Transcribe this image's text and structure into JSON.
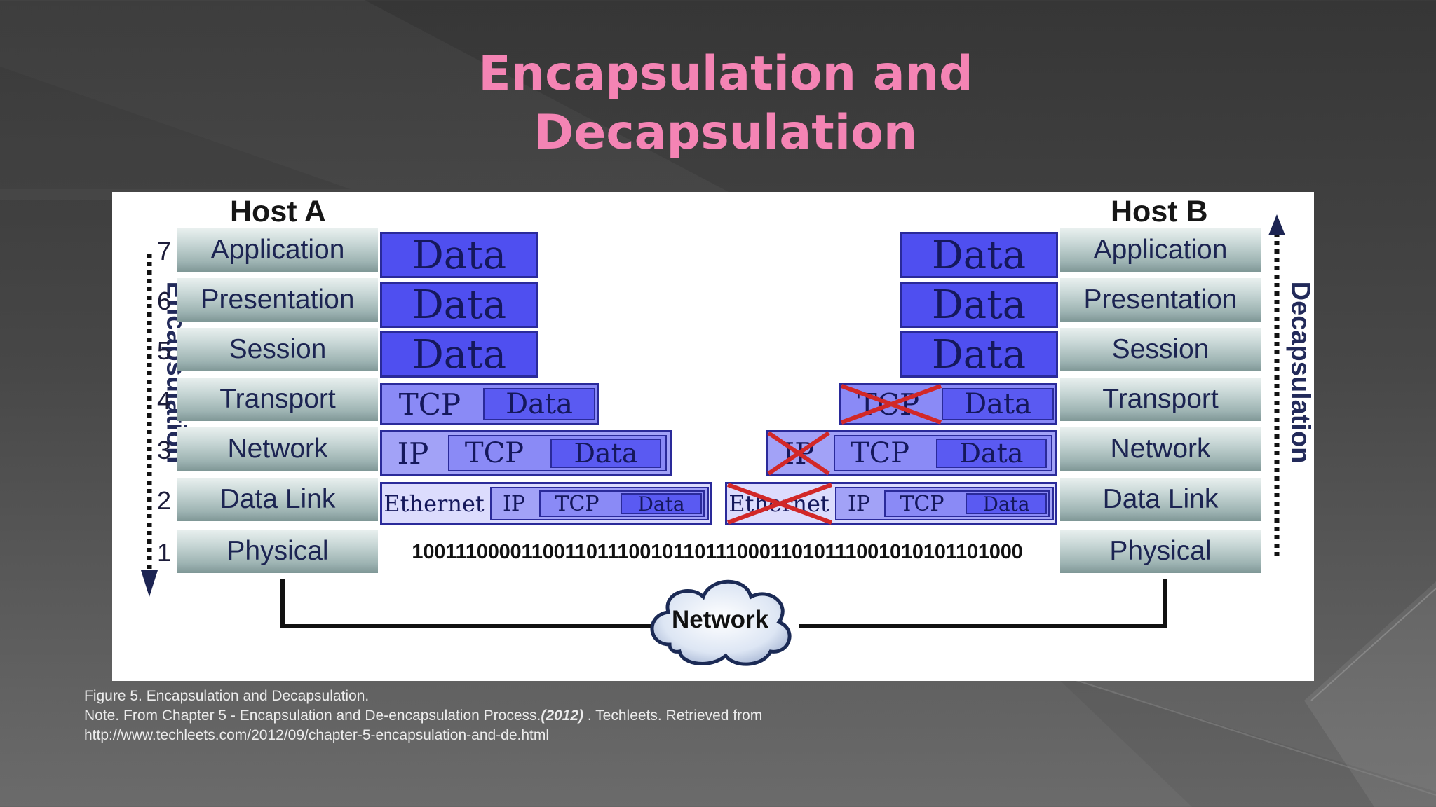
{
  "slide": {
    "title_line1": "Encapsulation and",
    "title_line2": "Decapsulation",
    "colors": {
      "title": "#f484b4",
      "data_block": "#4f4ff0",
      "cross": "#d22828",
      "background": "#474747"
    }
  },
  "diagram": {
    "host_a": "Host A",
    "host_b": "Host B",
    "encapsulation_label": "Encapsulation",
    "decapsulation_label": "Decapsulation",
    "layers": [
      {
        "num": "7",
        "name": "Application"
      },
      {
        "num": "6",
        "name": "Presentation"
      },
      {
        "num": "5",
        "name": "Session"
      },
      {
        "num": "4",
        "name": "Transport"
      },
      {
        "num": "3",
        "name": "Network"
      },
      {
        "num": "2",
        "name": "Data Link"
      },
      {
        "num": "1",
        "name": "Physical"
      }
    ],
    "pdu": {
      "data": "Data",
      "tcp": "TCP",
      "ip": "IP",
      "ethernet": "Ethernet"
    },
    "bits": "10011100001100110111001011011100011010111001010101101000",
    "network_label": "Network"
  },
  "caption": {
    "line1": "Figure 5. Encapsulation and Decapsulation.",
    "line2_prefix": "Note. From Chapter 5 - Encapsulation and De-encapsulation Process.",
    "line2_year": "(2012)",
    "line2_suffix": " . Techleets. Retrieved from",
    "line3": "http://www.techleets.com/2012/09/chapter-5-encapsulation-and-de.html"
  }
}
